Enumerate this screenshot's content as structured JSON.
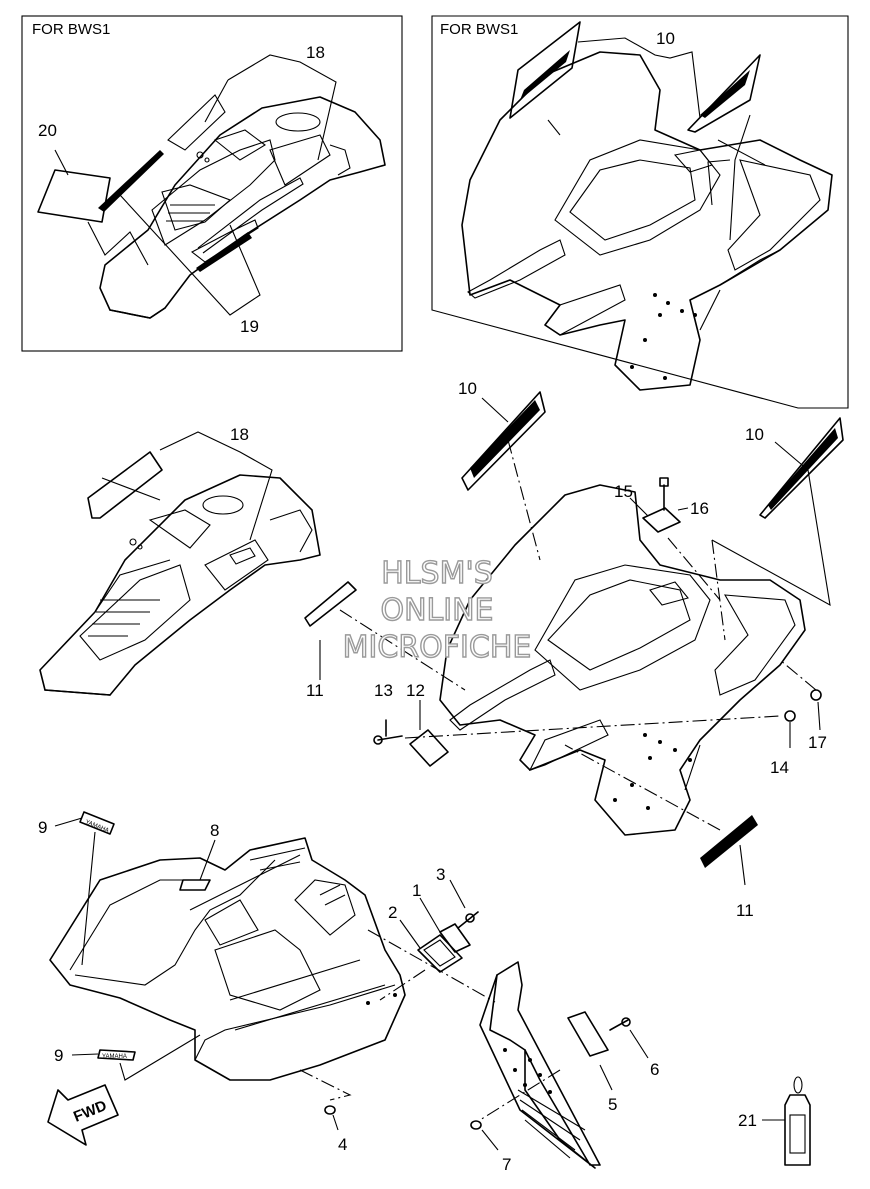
{
  "inset_left": {
    "label": "FOR BWS1",
    "callouts": [
      "18",
      "19",
      "20"
    ]
  },
  "inset_right": {
    "label": "FOR BWS1",
    "callouts": [
      "10"
    ]
  },
  "callouts": {
    "c1": "1",
    "c2": "2",
    "c3": "3",
    "c4": "4",
    "c5": "5",
    "c6": "6",
    "c7": "7",
    "c8": "8",
    "c9a": "9",
    "c9b": "9",
    "c10a": "10",
    "c10b": "10",
    "c11a": "11",
    "c11b": "11",
    "c12": "12",
    "c13": "13",
    "c14": "14",
    "c15": "15",
    "c16": "16",
    "c17": "17",
    "c18": "18",
    "c21": "21"
  },
  "watermark": {
    "line1": "HLSM'S",
    "line2": "ONLINE",
    "line3": "MICROFICHE"
  },
  "badge_text": "YAMAHA",
  "direction_arrow": "FWD"
}
